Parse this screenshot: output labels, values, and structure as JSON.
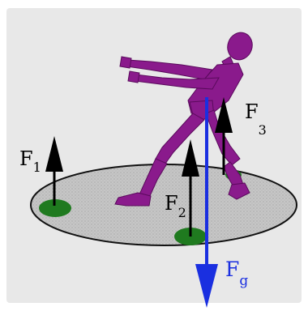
{
  "forces": {
    "f1": {
      "letter": "F",
      "sub": "1"
    },
    "f2": {
      "letter": "F",
      "sub": "2"
    },
    "f3": {
      "letter": "F",
      "sub": "3"
    },
    "fg": {
      "letter": "F",
      "sub": "g"
    }
  },
  "colors": {
    "background": "#e8e8e8",
    "platform": "#c6c6c6",
    "contact_patch": "#1f7a1f",
    "figure": "#8a1a8c",
    "support_arrow": "#000000",
    "gravity_arrow": "#1a2fe0",
    "gravity_label": "#1a2fe0"
  }
}
